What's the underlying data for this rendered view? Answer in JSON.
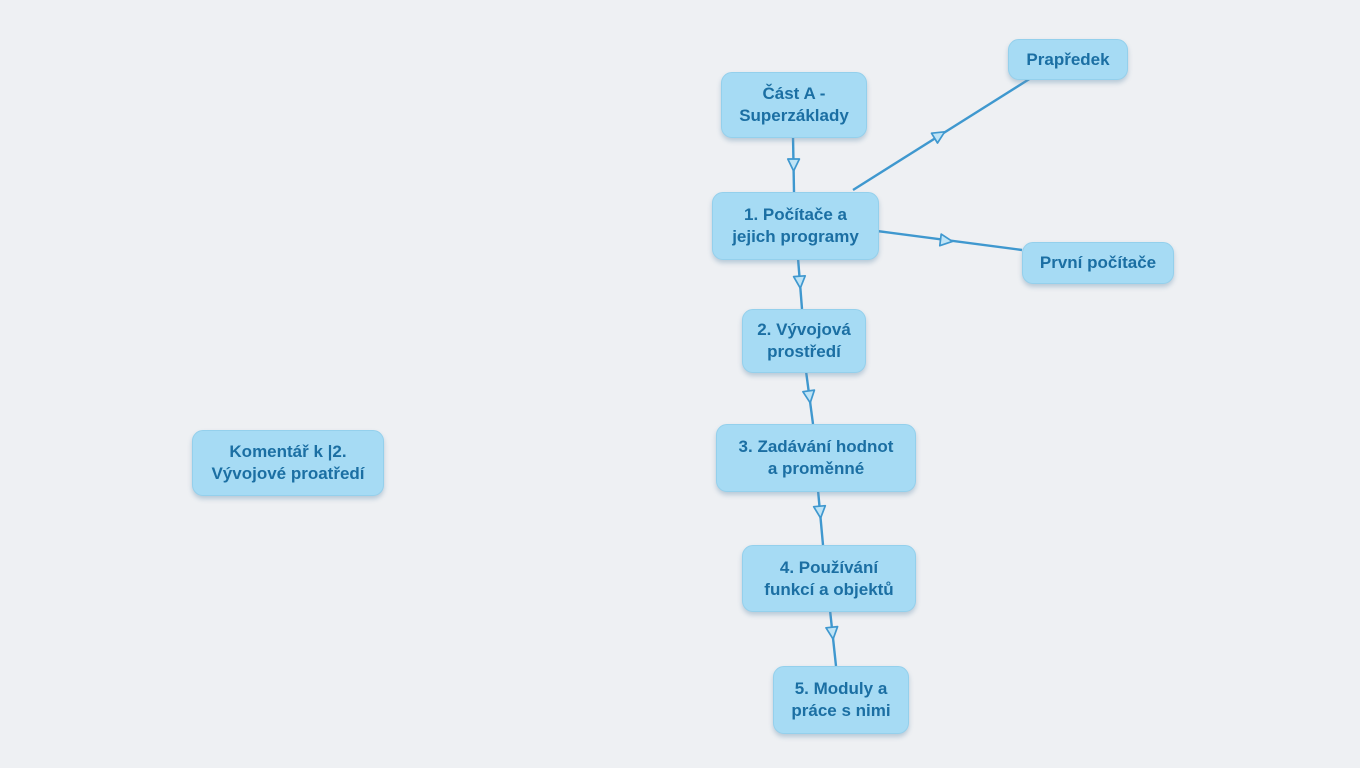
{
  "diagram": {
    "type": "mindmap",
    "nodes": [
      {
        "id": "cast-a",
        "label": "Část A -\nSuperzáklady"
      },
      {
        "id": "prapredek",
        "label": "Prapředek"
      },
      {
        "id": "node1",
        "label": "1. Počítače a\njejich programy"
      },
      {
        "id": "prvni-pocitace",
        "label": "První počítače"
      },
      {
        "id": "node2",
        "label": "2. Vývojová\nprostředí"
      },
      {
        "id": "node3",
        "label": "3. Zadávání hodnot\na proměnné"
      },
      {
        "id": "node4",
        "label": "4. Používání\nfunkcí a objektů"
      },
      {
        "id": "node5",
        "label": "5. Moduly a\npráce s nimi"
      },
      {
        "id": "comment",
        "label": "Komentář k |2.\nVývojové proatředí"
      }
    ],
    "edges": [
      {
        "from": "cast-a",
        "to": "node1"
      },
      {
        "from": "node1",
        "to": "prapredek"
      },
      {
        "from": "node1",
        "to": "prvni-pocitace"
      },
      {
        "from": "node1",
        "to": "node2"
      },
      {
        "from": "node2",
        "to": "node3"
      },
      {
        "from": "node3",
        "to": "node4"
      },
      {
        "from": "node4",
        "to": "node5"
      }
    ],
    "colors": {
      "background": "#eef0f3",
      "node_fill": "#a6dbf4",
      "node_border": "#94d0ec",
      "node_text": "#1b6fa3",
      "line": "#3f98cf",
      "arrowhead_fill": "#bfe4f6"
    }
  }
}
